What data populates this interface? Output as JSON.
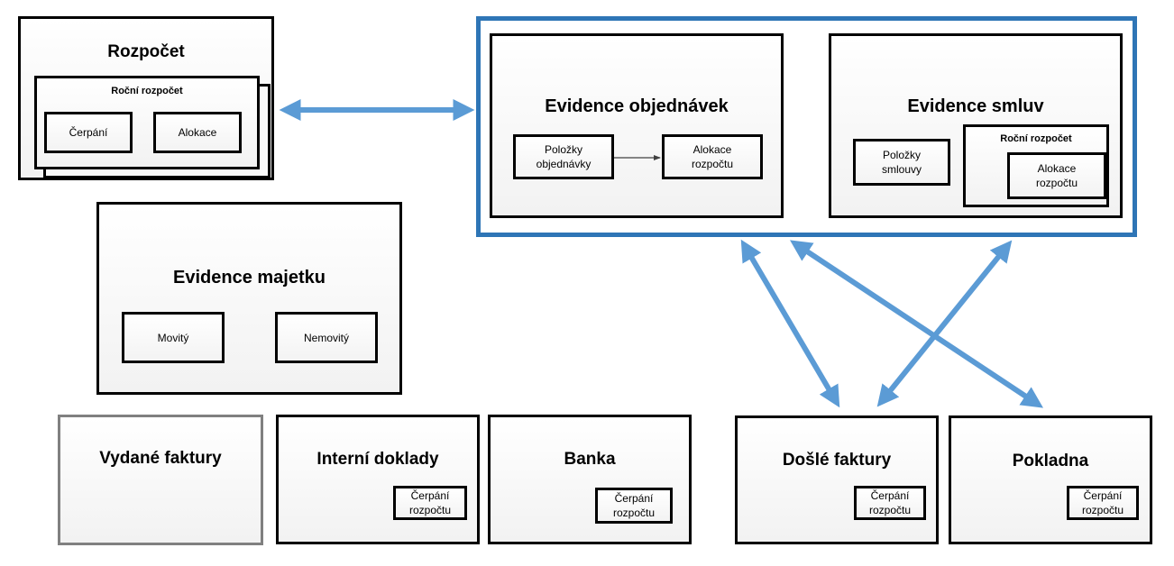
{
  "rozpocet": {
    "title": "Rozpočet",
    "rocni_rozpocet": "Roční rozpočet",
    "cerpani": "Čerpání",
    "alokace": "Alokace"
  },
  "evidence_objednavek": {
    "title": "Evidence objednávek",
    "polozky": "Položky objednávky",
    "alokace": "Alokace rozpočtu"
  },
  "evidence_smluv": {
    "title": "Evidence smluv",
    "polozky": "Položky smlouvy",
    "rocni_rozpocet": "Roční rozpočet",
    "alokace": "Alokace rozpočtu"
  },
  "evidence_majetku": {
    "title": "Evidence majetku",
    "movity": "Movitý",
    "nemovity": "Nemovitý"
  },
  "bottom": {
    "vydane_faktury": "Vydané faktury",
    "interni_doklady": "Interní doklady",
    "banka": "Banka",
    "dosle_faktury": "Došlé faktury",
    "pokladna": "Pokladna",
    "cerpani_rozpoctu": "Čerpání rozpočtu"
  },
  "colors": {
    "arrow": "#5b9bd5",
    "frame": "#2e75b6"
  }
}
